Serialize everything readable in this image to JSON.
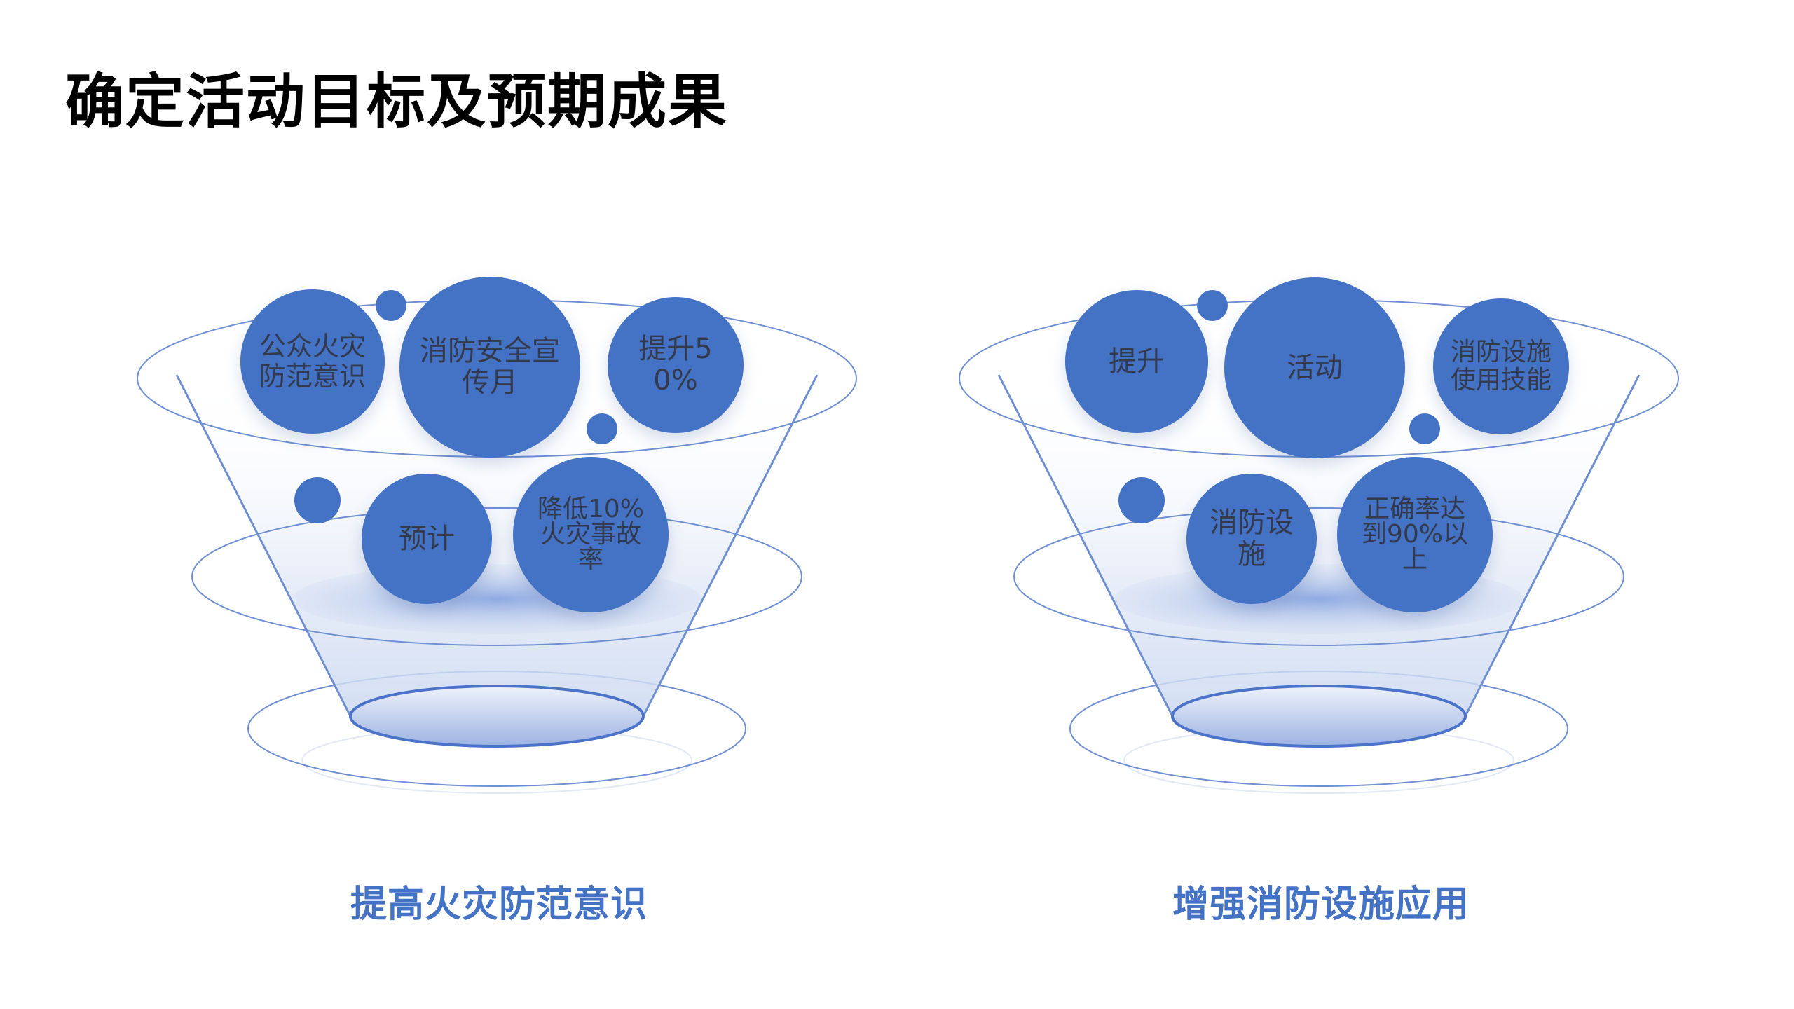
{
  "page": {
    "title": "确定活动目标及预期成果"
  },
  "theme": {
    "accent": "#4472c4",
    "bubble_text": "#333a4d",
    "ring": "#5b82cc"
  },
  "funnels": [
    {
      "caption": "提高火灾防范意识",
      "bubbles": [
        "公众火灾防范意识",
        "消防安全宣传月",
        "提升50%",
        "预计",
        "降低10%火灾事故率"
      ]
    },
    {
      "caption": "增强消防设施应用",
      "bubbles": [
        "提升",
        "活动",
        "消防设施使用技能",
        "消防设施",
        "正确率达到90%以上"
      ]
    }
  ]
}
